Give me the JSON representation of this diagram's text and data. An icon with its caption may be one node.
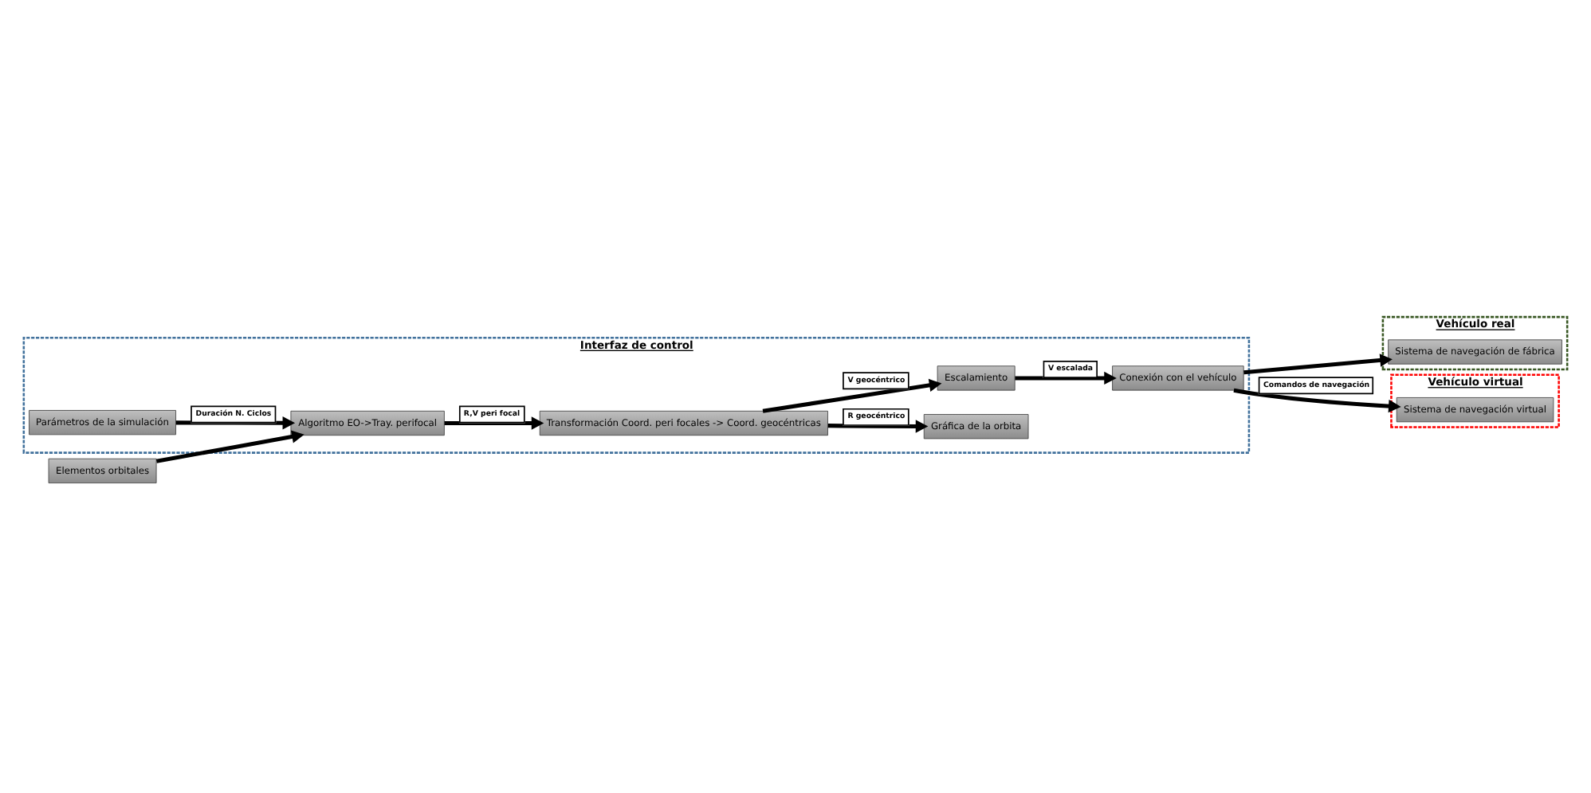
{
  "diagram": {
    "nodes": [
      {
        "text": [
          "Interfaz de control"
        ]
      },
      {
        "text": [
          "Elementos orbitales"
        ]
      },
      {
        "text": [
          "Algoritmo EO->Tray. perifocal"
        ],
        "in": 0
      },
      {
        "text": [
          "Parámetros de la simulación"
        ],
        "in": 0
      },
      {
        "text": [
          "Transformación Coord. peri focales -> Coord. geocéntricas"
        ],
        "in": 0
      },
      {
        "text": [
          "Gráfica de la orbita"
        ],
        "in": 0
      },
      {
        "text": [
          "Escalamiento"
        ],
        "in": 0
      },
      {
        "text": [
          "Conexión con el vehículo"
        ],
        "in": 0
      },
      {
        "text": [
          "Vehículo real"
        ]
      },
      {
        "text": [
          "Sistema de navegación de fábrica"
        ],
        "in": 8
      },
      {
        "text": [
          "Vehículo virtual"
        ]
      },
      {
        "text": [
          "Sistema de navegación virtual"
        ],
        "in": 10
      }
    ],
    "edges": [
      {
        "from": 1,
        "to": 2,
        "arrow": "to"
      },
      {
        "from": 2,
        "to": 4,
        "arrow": "to",
        "label": "R,V peri focal"
      },
      {
        "from": 3,
        "to": 2,
        "arrow": "to",
        "label": "Duración N. Ciclos"
      },
      {
        "from": 4,
        "to": 6,
        "arrow": "to",
        "label": "V geocéntrico"
      },
      {
        "from": 4,
        "to": 5,
        "arrow": "to",
        "label": "R geocéntrico"
      },
      {
        "from": 6,
        "to": 7,
        "arrow": "to",
        "label": "V escalada"
      },
      {
        "from": 7,
        "to": 9,
        "arrow": "to"
      },
      {
        "from": 7,
        "to": 11,
        "arrow": "to",
        "label": "Comandos de navegación"
      }
    ]
  }
}
